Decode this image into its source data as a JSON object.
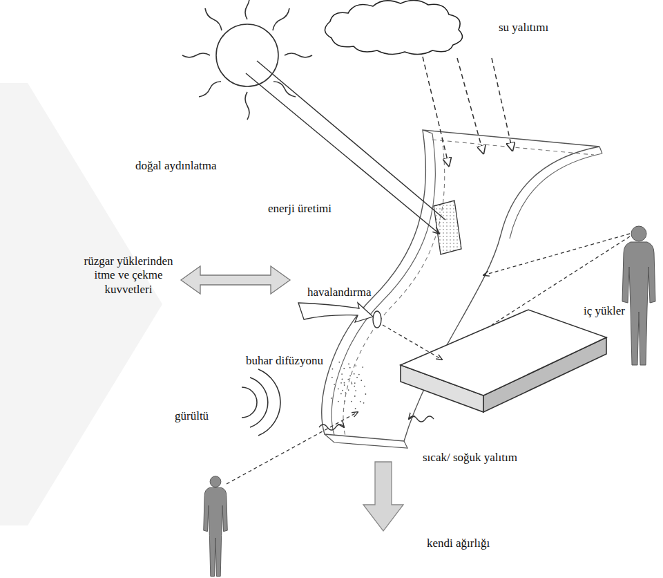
{
  "diagram": {
    "labels": [
      "su yalıtımı",
      "doğal aydınlatma",
      "enerji üretimi",
      "rüzgar yüklerinden itme ve çekme kuvvetleri",
      "havalandırma",
      "iç yükler",
      "buhar difüzyonu",
      "gürültü",
      "sıcak/ soğuk yalıtım",
      "kendi ağırlığı"
    ]
  }
}
